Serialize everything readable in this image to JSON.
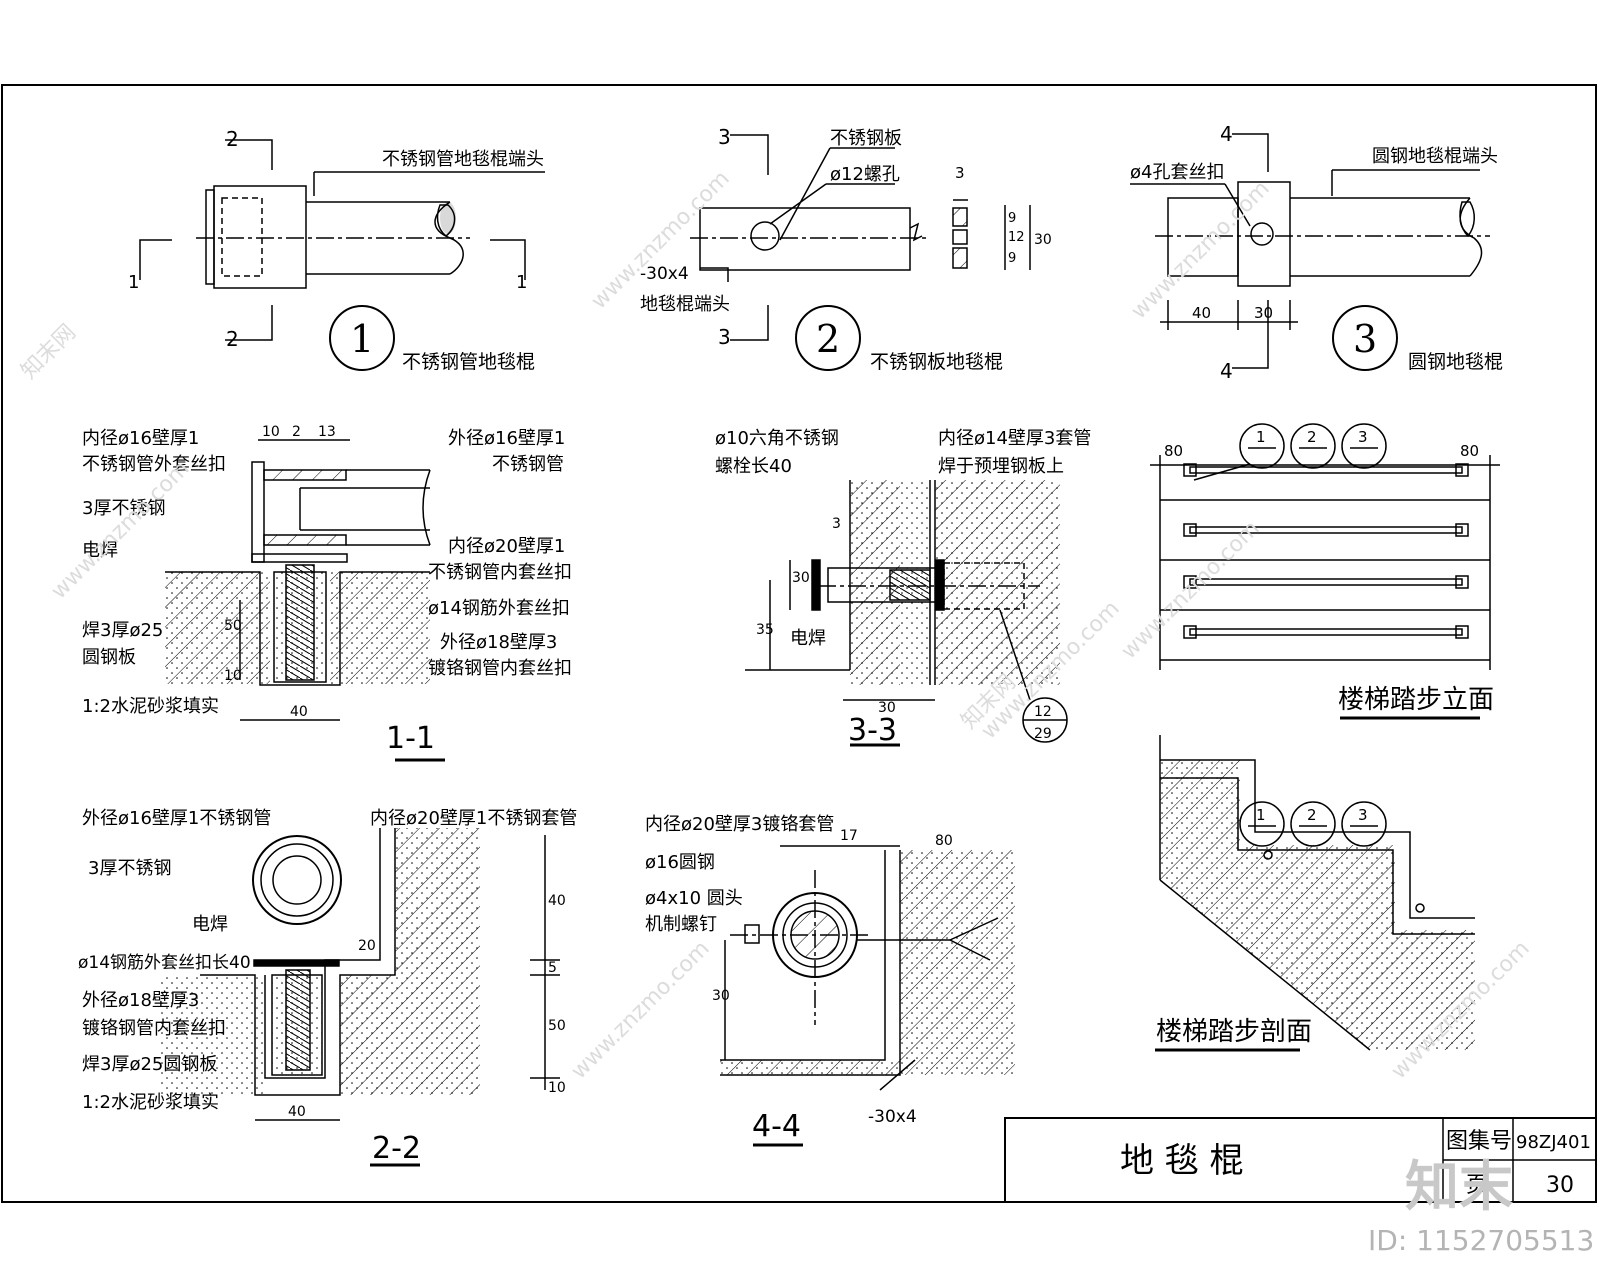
{
  "details": {
    "d1": {
      "number": "1",
      "title": "不锈钢管地毯棍",
      "end_label": "不锈钢管地毯棍端头",
      "cut_a": "1",
      "cut_b": "2"
    },
    "d2": {
      "number": "2",
      "title": "不锈钢板地毯棍",
      "plate": "不锈钢板",
      "hole": "ø12螺孔",
      "flat": "-30x4",
      "end_label": "地毯棍端头",
      "cut": "3",
      "dim_t": "3",
      "dim_a": "9",
      "dim_b": "12",
      "dim_c": "9",
      "dim_h": "30"
    },
    "d3": {
      "number": "3",
      "title": "圆钢地毯棍",
      "clip": "ø4孔套丝扣",
      "end_label": "圆钢地毯棍端头",
      "cut": "4",
      "dim_a": "40",
      "dim_b": "30"
    }
  },
  "section_1_1": {
    "title": "1-1",
    "labels": [
      "内径ø16壁厚1",
      "不锈钢管外套丝扣",
      "3厚不锈钢",
      "电焊",
      "焊3厚ø25",
      "圆钢板",
      "1:2水泥砂浆填实",
      "外径ø16壁厚1",
      "不锈钢管",
      "内径ø20壁厚1",
      "不锈钢管内套丝扣",
      "ø14钢筋外套丝扣",
      "外径ø18壁厚3",
      "镀铬钢管内套丝扣"
    ],
    "dims": [
      "10",
      "2",
      "13",
      "50",
      "10",
      "40"
    ]
  },
  "section_2_2": {
    "title": "2-2",
    "labels": [
      "外径ø16壁厚1不锈钢管",
      "内径ø20壁厚1不锈钢套管",
      "3厚不锈钢",
      "电焊",
      "ø14钢筋外套丝扣长40",
      "外径ø18壁厚3",
      "镀铬钢管内套丝扣",
      "焊3厚ø25圆钢板",
      "1:2水泥砂浆填实"
    ],
    "dims": [
      "20",
      "40",
      "5",
      "50",
      "10",
      "40"
    ]
  },
  "section_3_3": {
    "title": "3-3",
    "labels": [
      "ø10六角不锈钢",
      "螺栓长40",
      "内径ø14壁厚3套管",
      "焊于预埋钢板上",
      "电焊"
    ],
    "dims": [
      "3",
      "30",
      "35",
      "30"
    ],
    "ref_top": "12",
    "ref_bottom": "29"
  },
  "section_4_4": {
    "title": "4-4",
    "labels": [
      "内径ø20壁厚3镀铬套管",
      "ø16圆钢",
      "ø4x10 圆头",
      "机制螺钉",
      "-30x4"
    ],
    "dims": [
      "17",
      "80",
      "30"
    ]
  },
  "stair_elevation": {
    "title": "楼梯踏步立面",
    "refs": [
      "1",
      "2",
      "3"
    ],
    "dim_left": "80",
    "dim_right": "80"
  },
  "stair_section": {
    "title": "楼梯踏步剖面",
    "refs": [
      "1",
      "2",
      "3"
    ]
  },
  "title_block": {
    "drawing_title": "地 毯 棍",
    "atlas_label": "图集号",
    "atlas_no": "98ZJ401",
    "page_label": "页",
    "page_no": "30"
  },
  "watermark": {
    "site": "www.znzmo.com",
    "brand": "知末网",
    "logo": "知末",
    "id": "ID: 1152705513"
  }
}
